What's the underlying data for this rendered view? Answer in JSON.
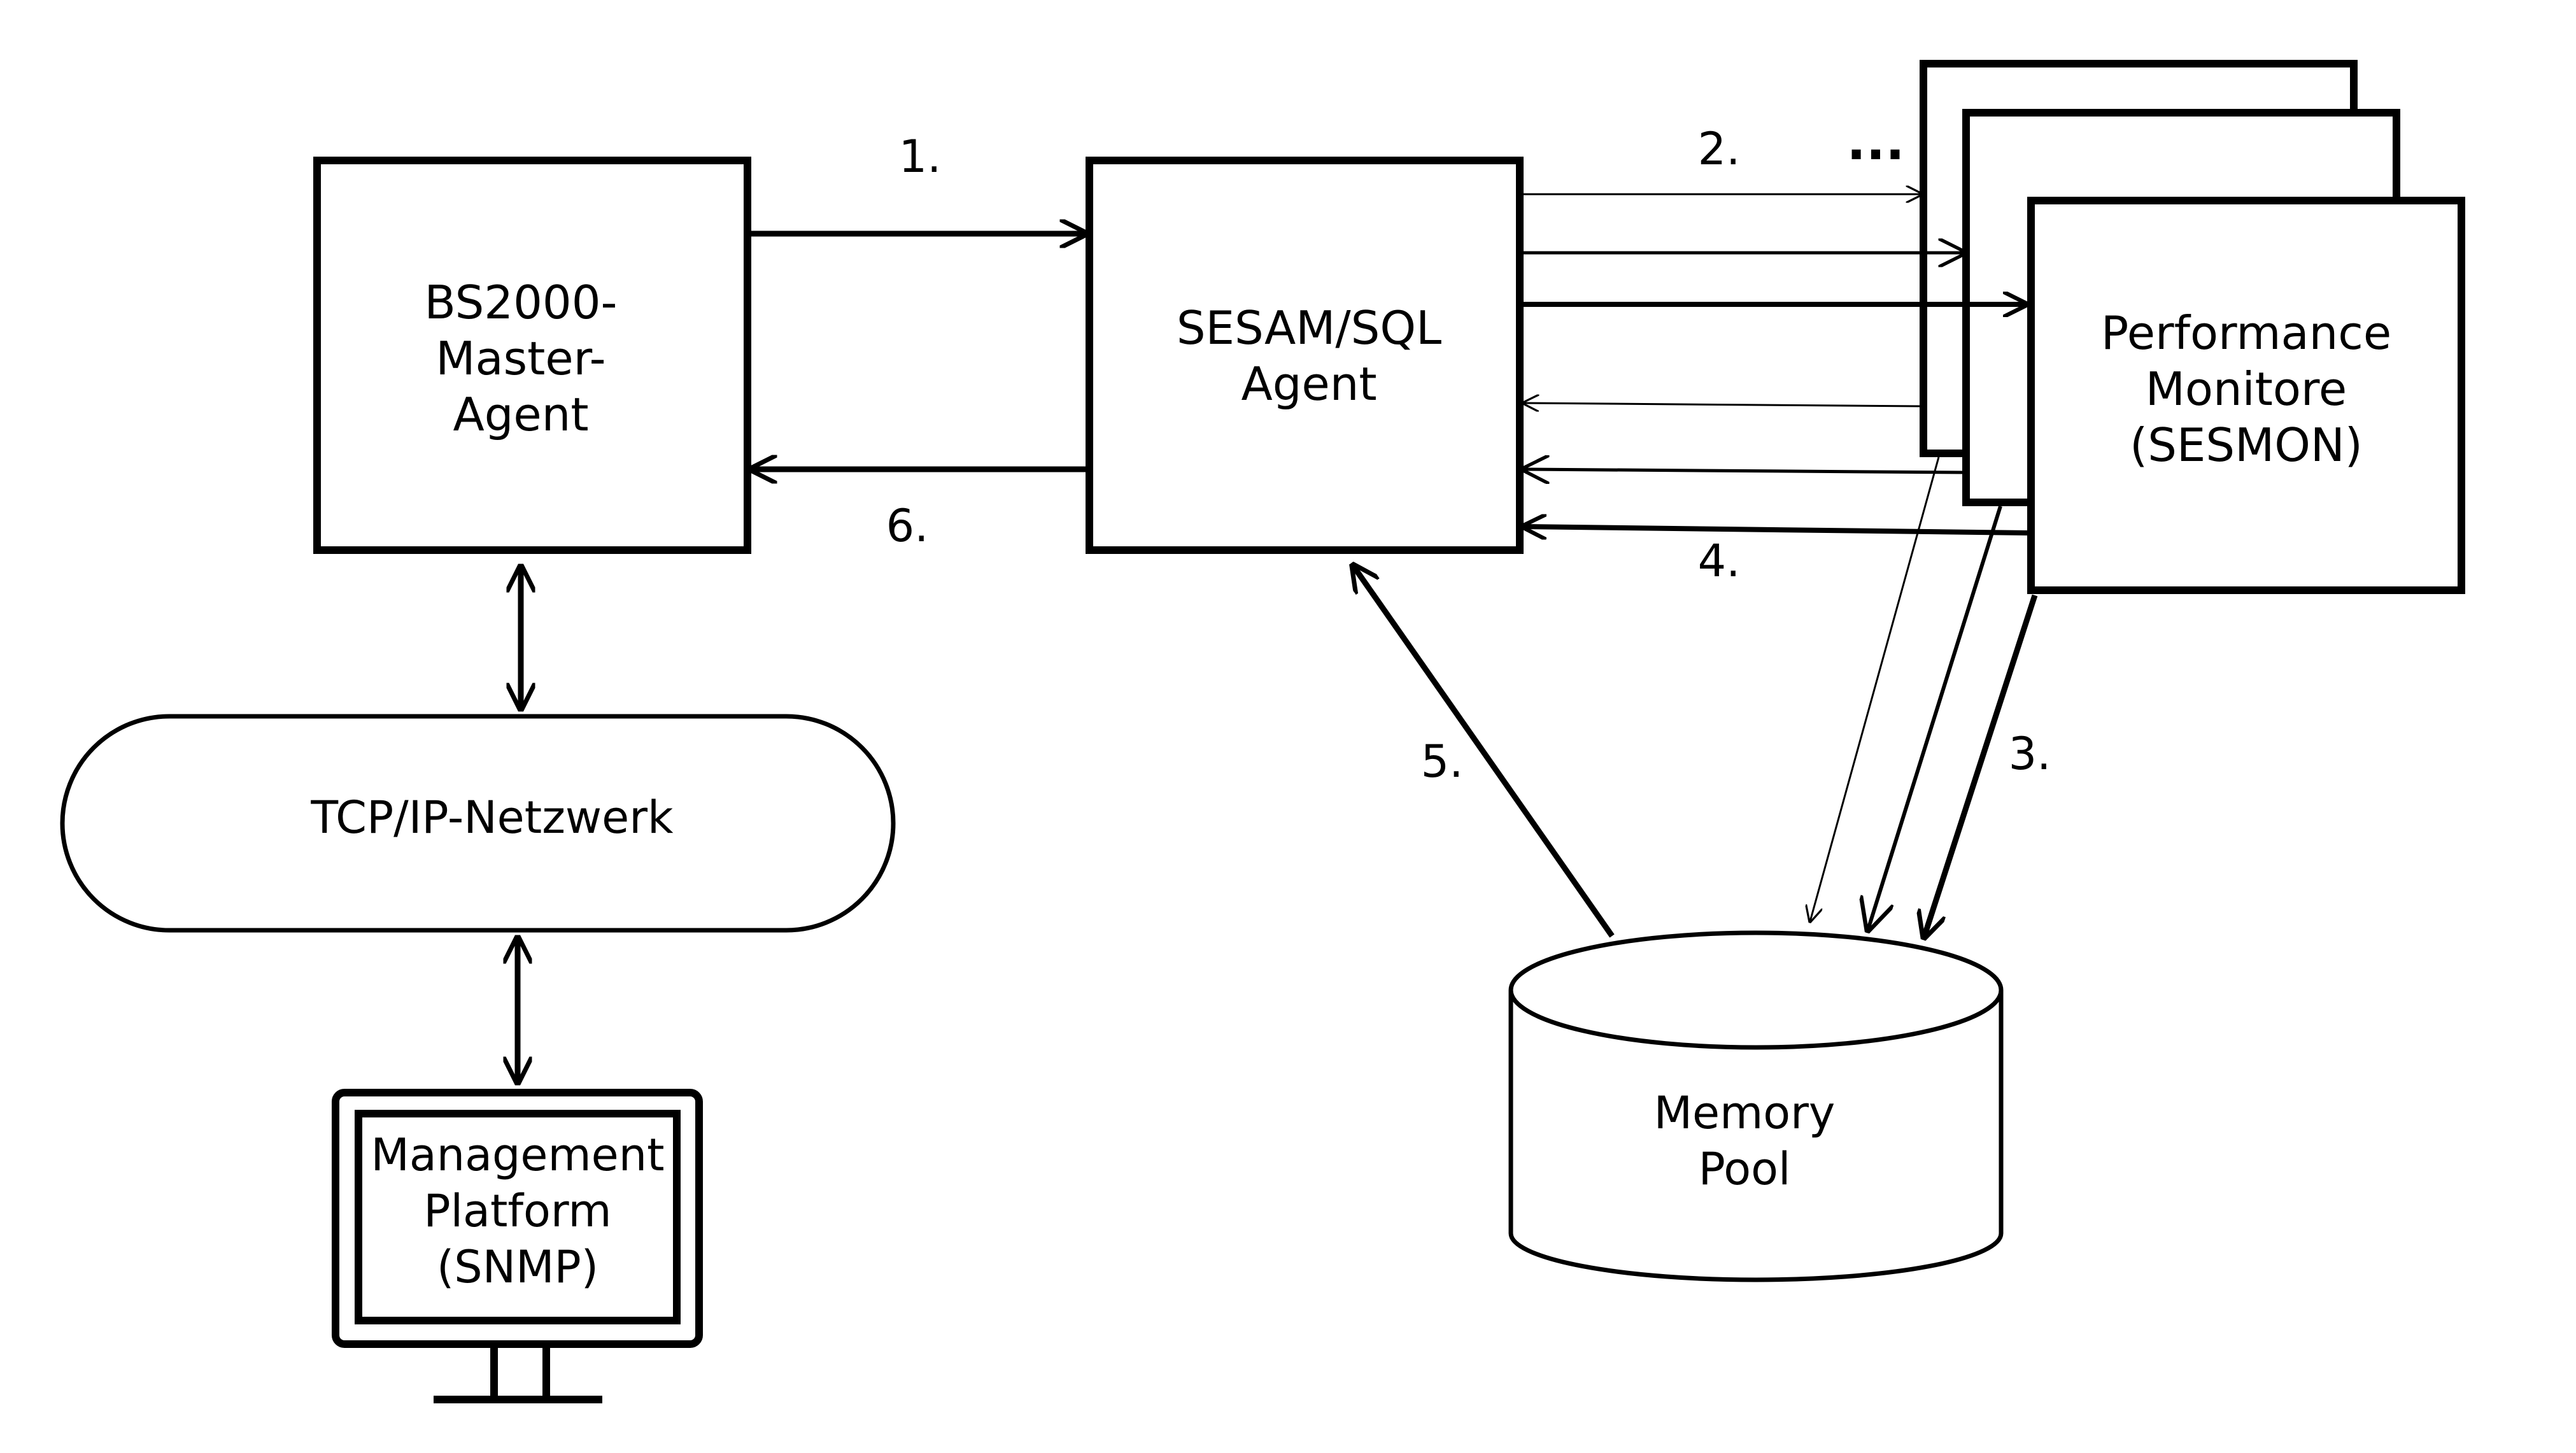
{
  "nodes": {
    "master_agent": {
      "lines": [
        "BS2000-",
        "Master-",
        "Agent"
      ]
    },
    "sesam_agent": {
      "lines": [
        "SESAM/SQL",
        "Agent"
      ]
    },
    "performance_monitor": {
      "lines": [
        "Performance",
        "Monitore",
        "(SESMON)"
      ]
    },
    "network": {
      "label": "TCP/IP-Netzwerk"
    },
    "memory_pool": {
      "lines": [
        "Memory",
        "Pool"
      ]
    },
    "management_platform": {
      "lines": [
        "Management",
        "Platform",
        "(SNMP)"
      ]
    }
  },
  "steps": {
    "s1": "1.",
    "s2": "2.",
    "s3": "3.",
    "s4": "4.",
    "s5": "5.",
    "s6": "6."
  },
  "ellipsis": "...",
  "colors": {
    "stroke": "#000000",
    "background": "#ffffff"
  }
}
